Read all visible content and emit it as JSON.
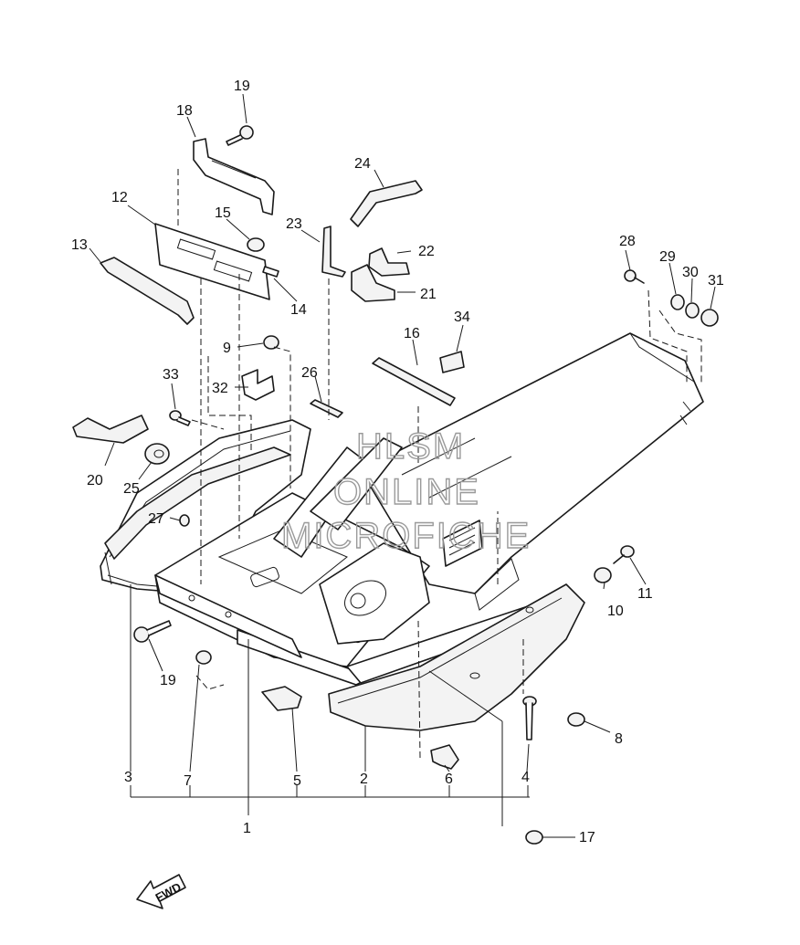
{
  "diagram": {
    "callouts": {
      "c1": "1",
      "c2": "2",
      "c3": "3",
      "c4": "4",
      "c5": "5",
      "c6": "6",
      "c7": "7",
      "c8": "8",
      "c9": "9",
      "c10": "10",
      "c11": "11",
      "c12": "12",
      "c13": "13",
      "c14": "14",
      "c15": "15",
      "c16": "16",
      "c17": "17",
      "c18": "18",
      "c19_top": "19",
      "c19_bottom": "19",
      "c20": "20",
      "c21": "21",
      "c22": "22",
      "c23": "23",
      "c24": "24",
      "c25": "25",
      "c26": "26",
      "c27": "27",
      "c28": "28",
      "c29": "29",
      "c30": "30",
      "c31": "31",
      "c32": "32",
      "c33": "33",
      "c34": "34"
    },
    "watermark": {
      "line1": "HLSM",
      "line2": "ONLINE",
      "line3": "MICROFICHE"
    },
    "fwd_label": "FWD"
  }
}
